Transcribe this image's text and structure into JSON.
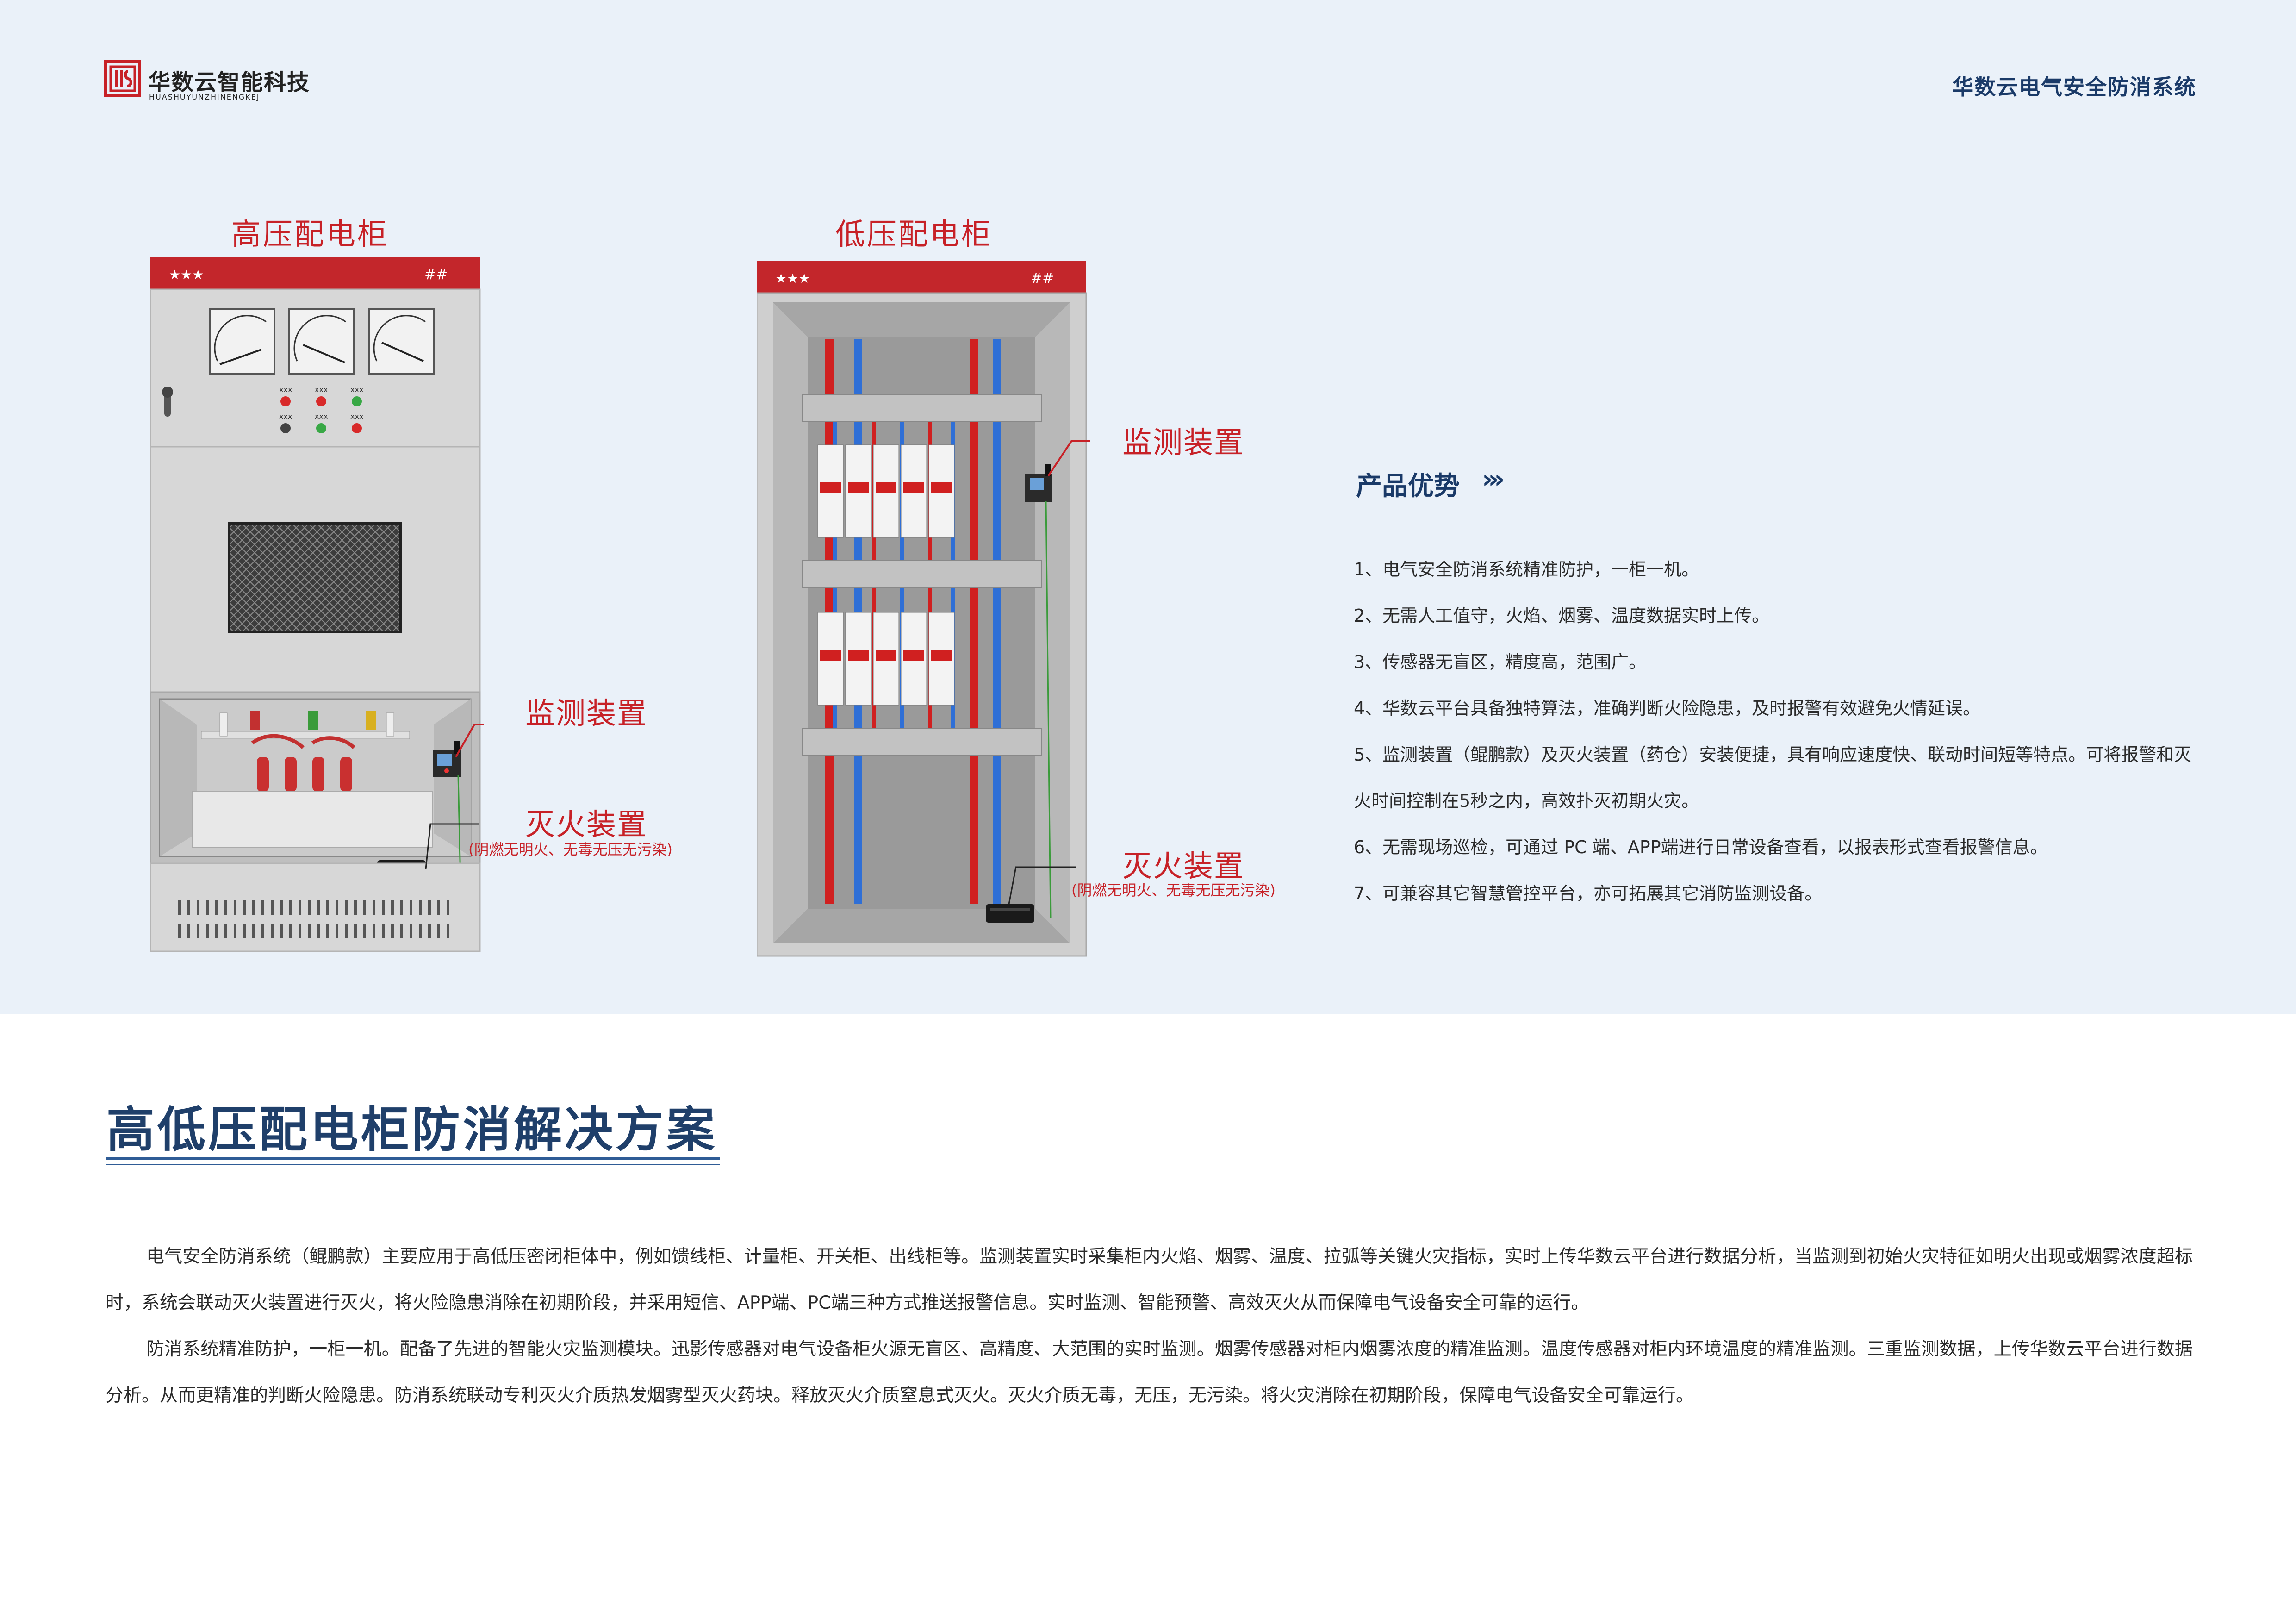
{
  "brand": {
    "name_cn": "华数云智能科技",
    "name_en": "HUASHUYUNZHINENGKEJI"
  },
  "header": {
    "system_name": "华数云电气安全防消系统"
  },
  "cabinets": {
    "high_voltage": {
      "title": "高压配电柜",
      "header_left": "★★★",
      "header_right": "##",
      "indicator_labels": [
        "xxx",
        "xxx",
        "xxx",
        "xxx",
        "xxx",
        "xxx"
      ]
    },
    "low_voltage": {
      "title": "低压配电柜",
      "header_left": "★★★",
      "header_right": "##"
    }
  },
  "callouts": {
    "monitor": "监测装置",
    "extinguisher": "灭火装置",
    "extinguisher_note": "(阴燃无明火、无毒无压无污染)"
  },
  "advantages": {
    "title": "产品优势",
    "arrows": "›››",
    "items": [
      "1、电气安全防消系统精准防护，一柜一机。",
      "2、无需人工值守，火焰、烟雾、温度数据实时上传。",
      "3、传感器无盲区，精度高，范围广。",
      "4、华数云平台具备独特算法，准确判断火险隐患，及时报警有效避免火情延误。",
      "5、监测装置（鲲鹏款）及灭火装置（药仓）安装便捷，具有响应速度快、联动时间短等特点。可将报警和灭火时间控制在5秒之内，高效扑灭初期火灾。",
      "6、无需现场巡检，可通过 PC 端、APP端进行日常设备查看，以报表形式查看报警信息。",
      "7、可兼容其它智慧管控平台，亦可拓展其它消防监测设备。"
    ]
  },
  "solution": {
    "title": "高低压配电柜防消解决方案",
    "paragraphs": [
      "电气安全防消系统（鲲鹏款）主要应用于高低压密闭柜体中，例如馈线柜、计量柜、开关柜、出线柜等。监测装置实时采集柜内火焰、烟雾、温度、拉弧等关键火灾指标，实时上传华数云平台进行数据分析，当监测到初始火灾特征如明火出现或烟雾浓度超标时，系统会联动灭火装置进行灭火，将火险隐患消除在初期阶段，并采用短信、APP端、PC端三种方式推送报警信息。实时监测、智能预警、高效灭火从而保障电气设备安全可靠的运行。",
      "防消系统精准防护，一柜一机。配备了先进的智能火灾监测模块。迅影传感器对电气设备柜火源无盲区、高精度、大范围的实时监测。烟雾传感器对柜内烟雾浓度的精准监测。温度传感器对柜内环境温度的精准监测。三重监测数据，上传华数云平台进行数据分析。从而更精准的判断火险隐患。防消系统联动专利灭火介质热发烟雾型灭火药块。释放灭火介质窒息式灭火。灭火介质无毒，无压，无污染。将火灾消除在初期阶段，保障电气设备安全可靠运行。"
    ]
  },
  "colors": {
    "accent_red": "#c72127",
    "navy": "#1a3a68",
    "band_bg": "#eaf1f9",
    "cabinet_gray": "#d6d6d6"
  },
  "icons": [
    "company-logo-icon",
    "meter-icon",
    "indicator-lamp-icon",
    "circuit-breaker-icon",
    "monitor-device-icon",
    "extinguisher-device-icon"
  ]
}
